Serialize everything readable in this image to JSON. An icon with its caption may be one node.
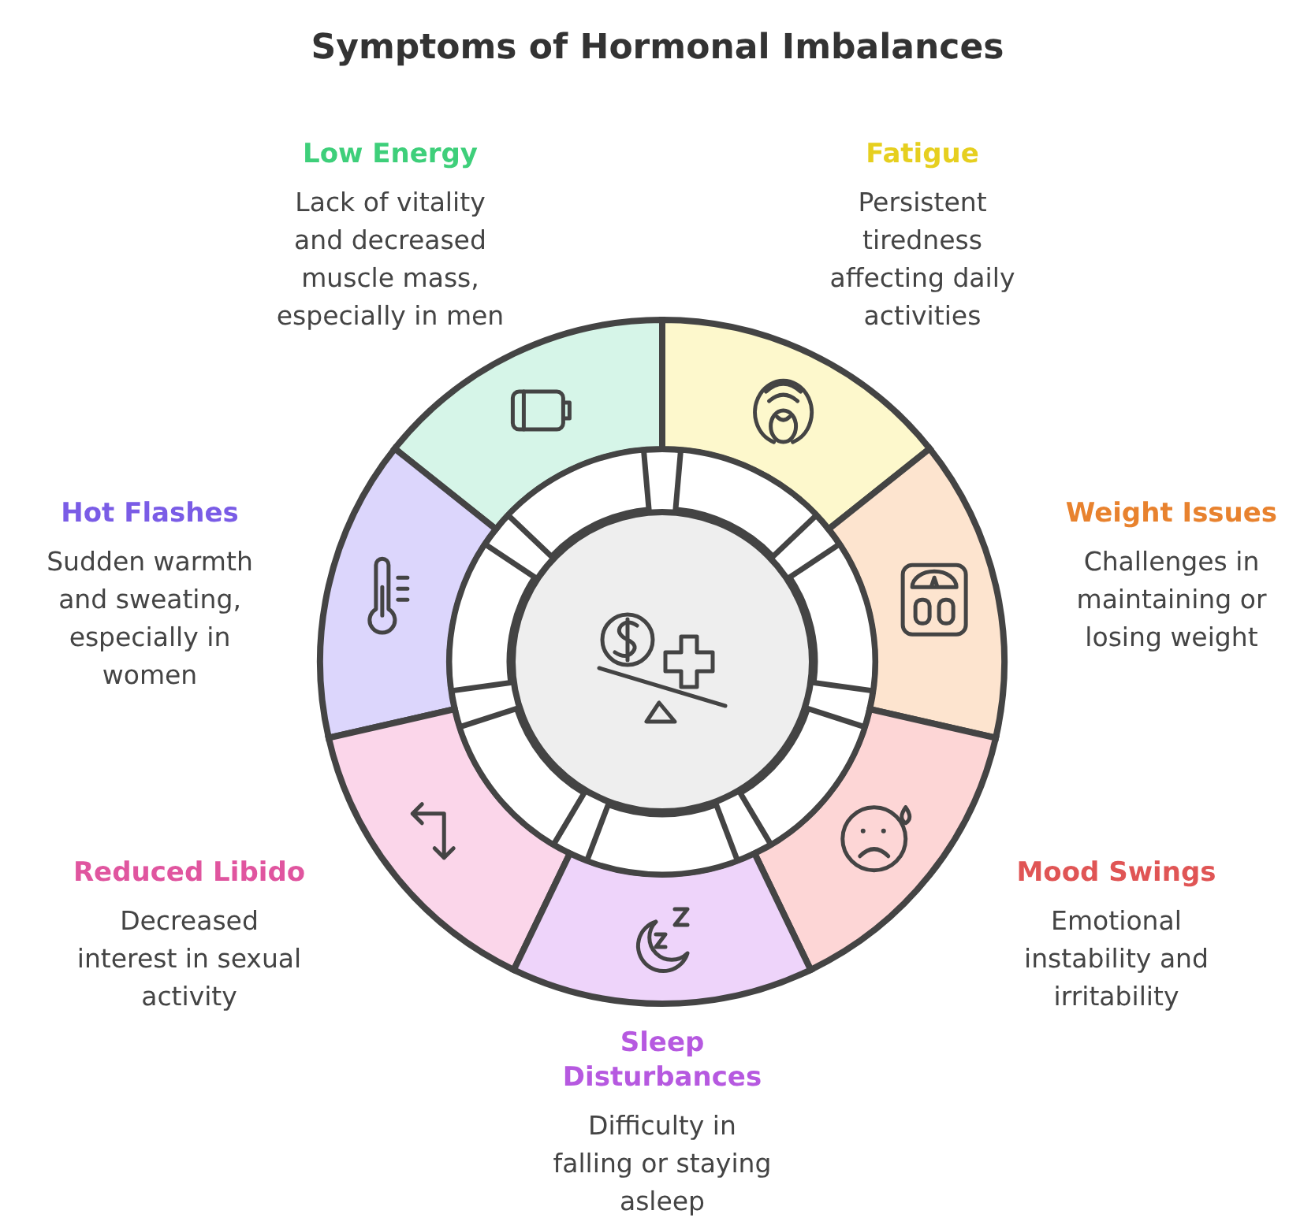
{
  "diagram": {
    "title": "Symptoms of Hormonal Imbalances",
    "nodes": [
      {
        "text": [
          "Low Energy",
          "Lack of vitality and decreased muscle mass, especially in men"
        ]
      },
      {
        "text": [
          "Fatigue",
          "Persistent tiredness affecting daily activities"
        ]
      },
      {
        "text": [
          "Hot Flashes",
          "Sudden warmth and sweating, especially in women"
        ]
      },
      {
        "text": [
          "Weight Issues",
          "Challenges in maintaining or losing weight"
        ]
      },
      {
        "text": [
          "Reduced Libido",
          "Decreased interest in sexual activity"
        ]
      },
      {
        "text": [
          "Mood Swings",
          "Emotional instability and irritability"
        ]
      },
      {
        "text": [
          "Sleep Disturbances",
          "Difficulty in falling or staying asleep"
        ]
      },
      {
        "text": [],
        "shape": "circle"
      }
    ],
    "edges": []
  }
}
